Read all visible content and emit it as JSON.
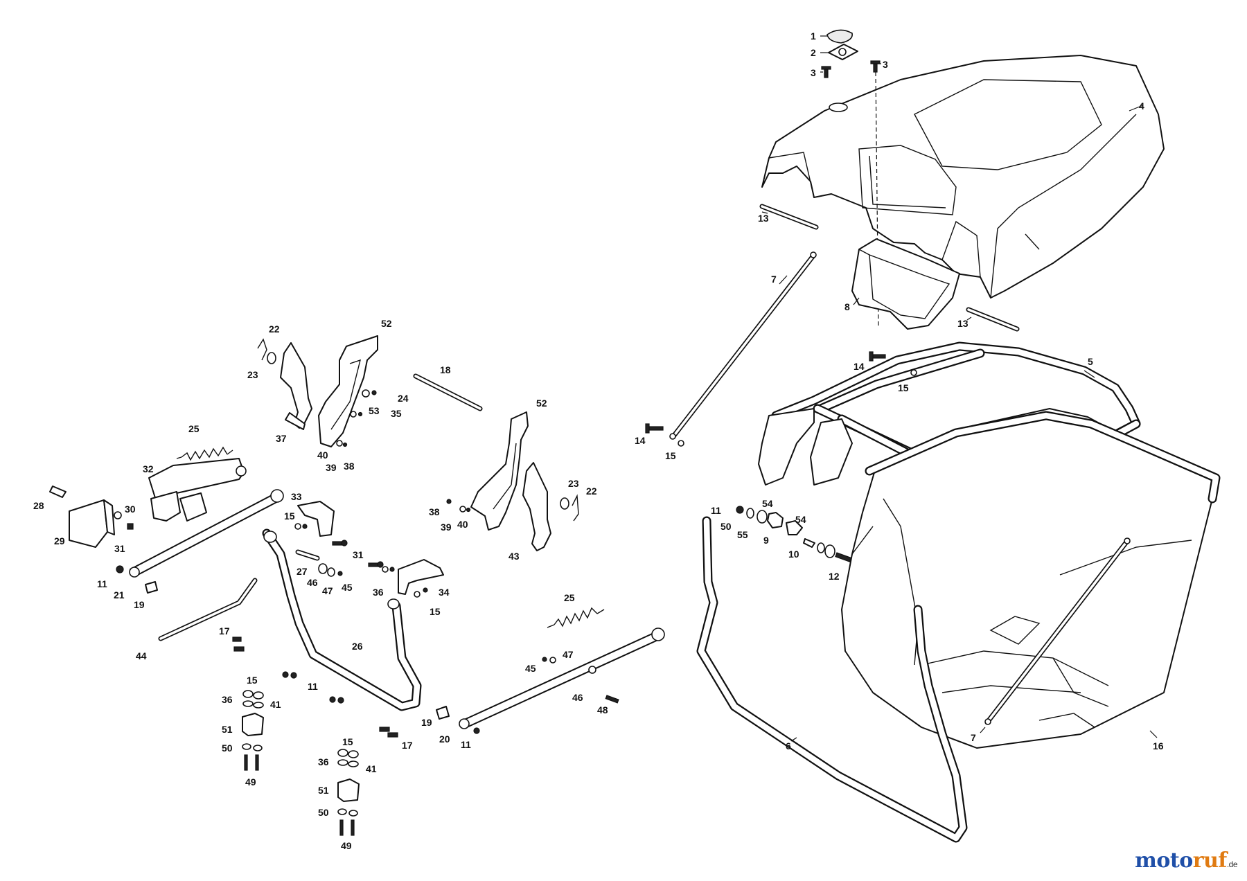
{
  "diagram": {
    "callouts": [
      {
        "id": "c1",
        "text": "1"
      },
      {
        "id": "c2",
        "text": "2"
      },
      {
        "id": "c3a",
        "text": "3"
      },
      {
        "id": "c3b",
        "text": "3"
      },
      {
        "id": "c4",
        "text": "4"
      },
      {
        "id": "c13a",
        "text": "13"
      },
      {
        "id": "c13b",
        "text": "13"
      },
      {
        "id": "c7a",
        "text": "7"
      },
      {
        "id": "c8",
        "text": "8"
      },
      {
        "id": "c14a",
        "text": "14"
      },
      {
        "id": "c15a",
        "text": "15"
      },
      {
        "id": "c5",
        "text": "5"
      },
      {
        "id": "c14b",
        "text": "14"
      },
      {
        "id": "c15b",
        "text": "15"
      },
      {
        "id": "c11a",
        "text": "11"
      },
      {
        "id": "c54a",
        "text": "54"
      },
      {
        "id": "c50a",
        "text": "50"
      },
      {
        "id": "c55",
        "text": "55"
      },
      {
        "id": "c9",
        "text": "9"
      },
      {
        "id": "c54b",
        "text": "54"
      },
      {
        "id": "c10",
        "text": "10"
      },
      {
        "id": "c12",
        "text": "12"
      },
      {
        "id": "c6",
        "text": "6"
      },
      {
        "id": "c7b",
        "text": "7"
      },
      {
        "id": "c16",
        "text": "16"
      },
      {
        "id": "c22a",
        "text": "22"
      },
      {
        "id": "c52a",
        "text": "52"
      },
      {
        "id": "c23a",
        "text": "23"
      },
      {
        "id": "c18",
        "text": "18"
      },
      {
        "id": "c24",
        "text": "24"
      },
      {
        "id": "c53",
        "text": "53"
      },
      {
        "id": "c35",
        "text": "35"
      },
      {
        "id": "c37",
        "text": "37"
      },
      {
        "id": "c40a",
        "text": "40"
      },
      {
        "id": "c39a",
        "text": "39"
      },
      {
        "id": "c38a",
        "text": "38"
      },
      {
        "id": "c25a",
        "text": "25"
      },
      {
        "id": "c32",
        "text": "32"
      },
      {
        "id": "c28",
        "text": "28"
      },
      {
        "id": "c30",
        "text": "30"
      },
      {
        "id": "c29",
        "text": "29"
      },
      {
        "id": "c31a",
        "text": "31"
      },
      {
        "id": "c33",
        "text": "33"
      },
      {
        "id": "c15c",
        "text": "15"
      },
      {
        "id": "c52b",
        "text": "52"
      },
      {
        "id": "c23b",
        "text": "23"
      },
      {
        "id": "c22b",
        "text": "22"
      },
      {
        "id": "c38b",
        "text": "38"
      },
      {
        "id": "c39b",
        "text": "39"
      },
      {
        "id": "c40b",
        "text": "40"
      },
      {
        "id": "c43",
        "text": "43"
      },
      {
        "id": "c31b",
        "text": "31"
      },
      {
        "id": "c27",
        "text": "27"
      },
      {
        "id": "c46a",
        "text": "46"
      },
      {
        "id": "c47a",
        "text": "47"
      },
      {
        "id": "c45a",
        "text": "45"
      },
      {
        "id": "c36a",
        "text": "36"
      },
      {
        "id": "c34",
        "text": "34"
      },
      {
        "id": "c15d",
        "text": "15"
      },
      {
        "id": "c11b",
        "text": "11"
      },
      {
        "id": "c21",
        "text": "21"
      },
      {
        "id": "c19a",
        "text": "19"
      },
      {
        "id": "c44",
        "text": "44"
      },
      {
        "id": "c17a",
        "text": "17"
      },
      {
        "id": "c26",
        "text": "26"
      },
      {
        "id": "c15e",
        "text": "15"
      },
      {
        "id": "c36b",
        "text": "36"
      },
      {
        "id": "c41a",
        "text": "41"
      },
      {
        "id": "c11c",
        "text": "11"
      },
      {
        "id": "c51a",
        "text": "51"
      },
      {
        "id": "c50b",
        "text": "50"
      },
      {
        "id": "c49a",
        "text": "49"
      },
      {
        "id": "c25b",
        "text": "25"
      },
      {
        "id": "c45b",
        "text": "45"
      },
      {
        "id": "c47b",
        "text": "47"
      },
      {
        "id": "c46b",
        "text": "46"
      },
      {
        "id": "c48",
        "text": "48"
      },
      {
        "id": "c19b",
        "text": "19"
      },
      {
        "id": "c20",
        "text": "20"
      },
      {
        "id": "c11d",
        "text": "11"
      },
      {
        "id": "c17b",
        "text": "17"
      },
      {
        "id": "c15f",
        "text": "15"
      },
      {
        "id": "c36c",
        "text": "36"
      },
      {
        "id": "c41b",
        "text": "41"
      },
      {
        "id": "c51b",
        "text": "51"
      },
      {
        "id": "c50c",
        "text": "50"
      },
      {
        "id": "c49b",
        "text": "49"
      }
    ]
  },
  "watermark": {
    "part1": "moto",
    "part2": "ruf",
    "suffix": ".de"
  },
  "colors": {
    "line": "#111111",
    "background": "#ffffff",
    "brand_blue": "#1f4fa8",
    "brand_orange": "#e07b12"
  }
}
